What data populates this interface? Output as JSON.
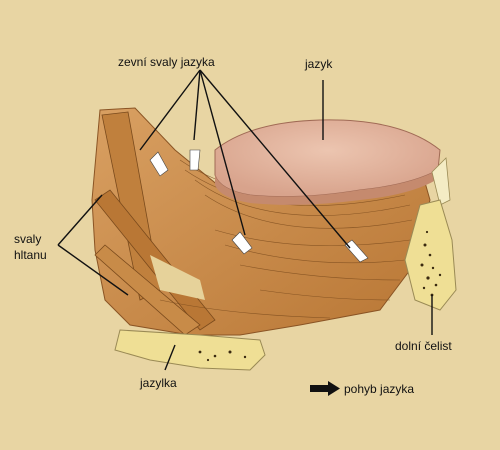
{
  "labels": {
    "external_muscles": "zevní svaly jazyka",
    "tongue": "jazyk",
    "pharynx_muscles_line1": "svaly",
    "pharynx_muscles_line2": "hltanu",
    "lower_jaw": "dolní čelist",
    "hyoid": "jazylka",
    "legend_movement": "pohyb jazyka"
  },
  "colors": {
    "background": "#e8d5a3",
    "muscle": "#c98a45",
    "muscle_dark": "#8a5424",
    "tongue": "#e2b6a0",
    "bone": "#efdf95",
    "label_line": "#111111",
    "movement_arrow": "#ffffff"
  },
  "legend": {
    "icon": "black-arrow-icon"
  }
}
